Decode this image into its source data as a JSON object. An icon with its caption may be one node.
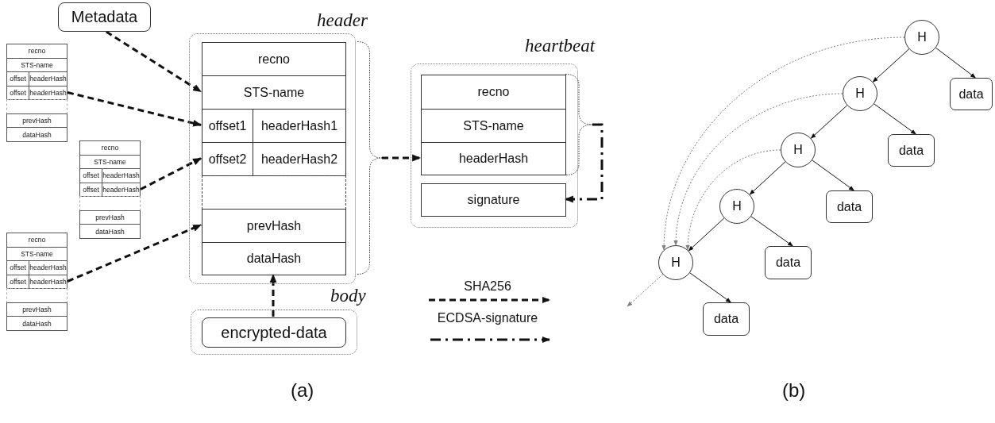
{
  "diagram": {
    "nodes": [
      {
        "text": [
          "Metadata"
        ]
      },
      {
        "text": [
          "recno",
          "STS-name",
          "offset",
          "headerHash",
          "offset",
          "headerHash",
          "prevHash",
          "dataHash"
        ]
      },
      {
        "text": [
          "recno",
          "STS-name",
          "offset",
          "headerHash",
          "offset",
          "headerHash",
          "prevHash",
          "dataHash"
        ]
      },
      {
        "text": [
          "recno",
          "STS-name",
          "offset",
          "headerHash",
          "offset",
          "headerHash",
          "prevHash",
          "dataHash"
        ]
      },
      {
        "text": [
          "header"
        ]
      },
      {
        "text": [
          "recno"
        ],
        "in": 4
      },
      {
        "text": [
          "STS-name"
        ],
        "in": 4
      },
      {
        "text": [
          "offset1"
        ],
        "in": 4
      },
      {
        "text": [
          "headerHash1"
        ],
        "in": 4
      },
      {
        "text": [
          "offset2"
        ],
        "in": 4
      },
      {
        "text": [
          "headerHash2"
        ],
        "in": 4
      },
      {
        "text": [],
        "shape": "box",
        "in": 4
      },
      {
        "text": [
          "prevHash"
        ],
        "in": 4
      },
      {
        "text": [
          "dataHash"
        ],
        "in": 4
      },
      {
        "text": [
          "body"
        ]
      },
      {
        "text": [
          "encrypted-data"
        ],
        "in": 14
      },
      {
        "text": [
          "heartbeat"
        ]
      },
      {
        "text": [
          "recno"
        ],
        "in": 16
      },
      {
        "text": [
          "STS-name"
        ],
        "in": 16
      },
      {
        "text": [
          "headerHash"
        ],
        "in": 16
      },
      {
        "text": [
          "signature"
        ],
        "in": 16
      },
      {
        "text": [
          "H"
        ]
      },
      {
        "text": [
          "H"
        ]
      },
      {
        "text": [
          "data"
        ]
      },
      {
        "text": [
          "H"
        ]
      },
      {
        "text": [
          "data"
        ]
      },
      {
        "text": [
          "H"
        ]
      },
      {
        "text": [
          "data"
        ]
      },
      {
        "text": [
          "H"
        ]
      },
      {
        "text": [
          "data"
        ]
      },
      {
        "text": [
          "data"
        ]
      },
      {
        "text": [],
        "shape": "bracket"
      },
      {
        "text": [],
        "shape": "bracket"
      }
    ],
    "edges": [
      {
        "from": 0,
        "to": 6,
        "arrow": "to",
        "style": "dashed"
      },
      {
        "from": 1,
        "to": 7,
        "arrow": "to",
        "style": "dashed"
      },
      {
        "from": 2,
        "to": 9,
        "arrow": "to",
        "style": "dashed"
      },
      {
        "from": 3,
        "to": 12,
        "arrow": "to",
        "style": "dashed"
      },
      {
        "from": 15,
        "to": 13,
        "arrow": "to",
        "style": "dashed"
      },
      {
        "from": 31,
        "to": 19,
        "arrow": "to",
        "style": "dashed"
      },
      {
        "from": 32,
        "to": 20,
        "arrow": "to",
        "style": "dashed"
      },
      {
        "from": 21,
        "to": 22,
        "arrow": "to"
      },
      {
        "from": 21,
        "to": 23,
        "arrow": "to"
      },
      {
        "from": 22,
        "to": 24,
        "arrow": "to"
      },
      {
        "from": 22,
        "to": 25,
        "arrow": "to"
      },
      {
        "from": 24,
        "to": 26,
        "arrow": "to"
      },
      {
        "from": 24,
        "to": 27,
        "arrow": "to"
      },
      {
        "from": 26,
        "to": 28,
        "arrow": "to"
      },
      {
        "from": 26,
        "to": 29,
        "arrow": "to"
      },
      {
        "from": 28,
        "to": 30,
        "arrow": "to"
      },
      {
        "from": 21,
        "to": 28,
        "arrow": "to",
        "style": "dashed",
        "color": "#808080"
      },
      {
        "from": 22,
        "to": 28,
        "arrow": "to",
        "style": "dashed",
        "color": "#808080"
      },
      {
        "from": 24,
        "to": 28,
        "arrow": "to",
        "style": "dashed",
        "color": "#808080"
      },
      {
        "from": 28,
        "to": null,
        "arrow": "to",
        "style": "dashed",
        "color": "#808080"
      }
    ],
    "labels": [
      "(a)",
      "(b)"
    ],
    "legend": [
      {
        "text": "SHA256"
      },
      {
        "text": "ECDSA-signature"
      }
    ]
  }
}
